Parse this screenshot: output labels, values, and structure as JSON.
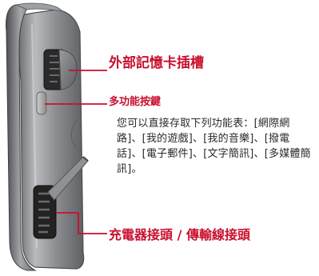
{
  "callouts": {
    "memory_card_slot": "外部記憶卡插槽",
    "multi_function_key": "多功能按鍵",
    "multi_function_description": "您可以直接存取下列功能表：[網際網路]、[我的遊戲]、[我的音樂]、[撥電話]、[電子郵件]、[文字簡訊]、[多媒體簡訊]。",
    "charger_connector": "充電器接頭 / 傳輸線接頭"
  },
  "colors": {
    "callout_red": "#c8102e",
    "body_text": "#2a2a2a",
    "phone_body": "#8a8c90",
    "phone_edge": "#5a5c60",
    "phone_highlight": "#c4c6ca",
    "port_dark": "#1c1c1c"
  }
}
